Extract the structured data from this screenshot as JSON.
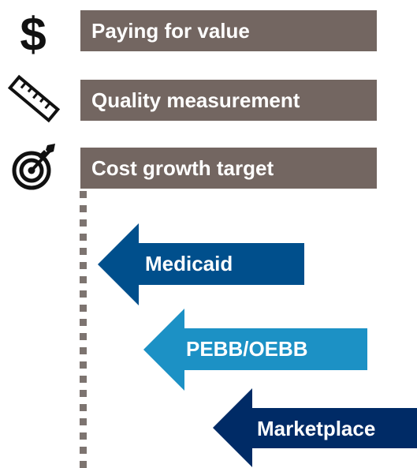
{
  "bars": [
    {
      "label": "Paying for value",
      "icon": "dollar-icon"
    },
    {
      "label": "Quality measurement",
      "icon": "ruler-icon"
    },
    {
      "label": "Cost growth target",
      "icon": "target-icon"
    }
  ],
  "arrows": [
    {
      "label": "Medicaid",
      "color": "#004f8c"
    },
    {
      "label": "PEBB/OEBB",
      "color": "#1c91c5"
    },
    {
      "label": "Marketplace",
      "color": "#002b66"
    }
  ],
  "colors": {
    "bar": "#736661",
    "dots": "#7d7470"
  }
}
